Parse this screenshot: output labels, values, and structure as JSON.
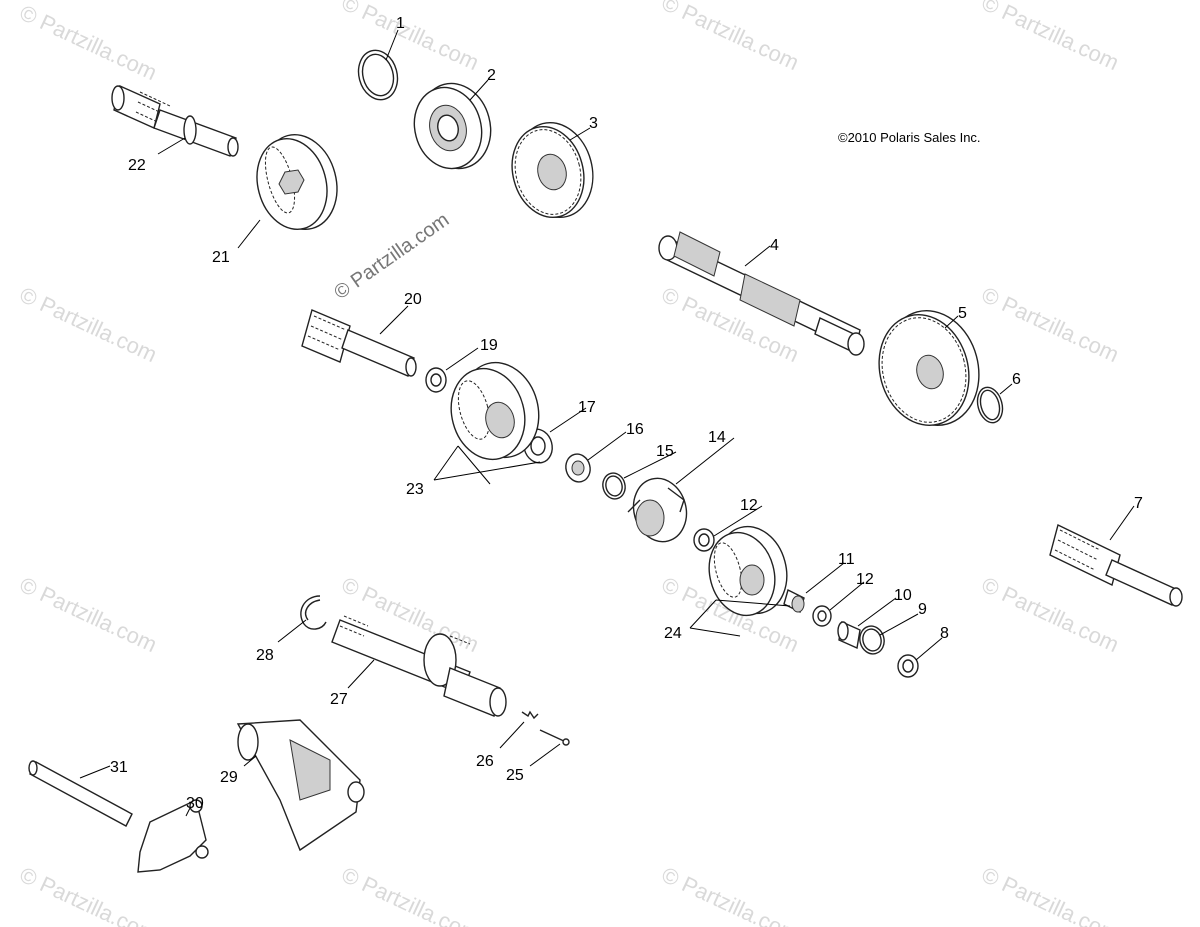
{
  "copyright": "©2010 Polaris Sales Inc.",
  "watermark": "© Partzilla.com",
  "callouts": [
    "1",
    "2",
    "3",
    "4",
    "5",
    "6",
    "7",
    "8",
    "9",
    "10",
    "11",
    "12",
    "12",
    "14",
    "15",
    "16",
    "17",
    "19",
    "20",
    "21",
    "22",
    "23",
    "24",
    "25",
    "26",
    "27",
    "28",
    "29",
    "30",
    "31"
  ]
}
